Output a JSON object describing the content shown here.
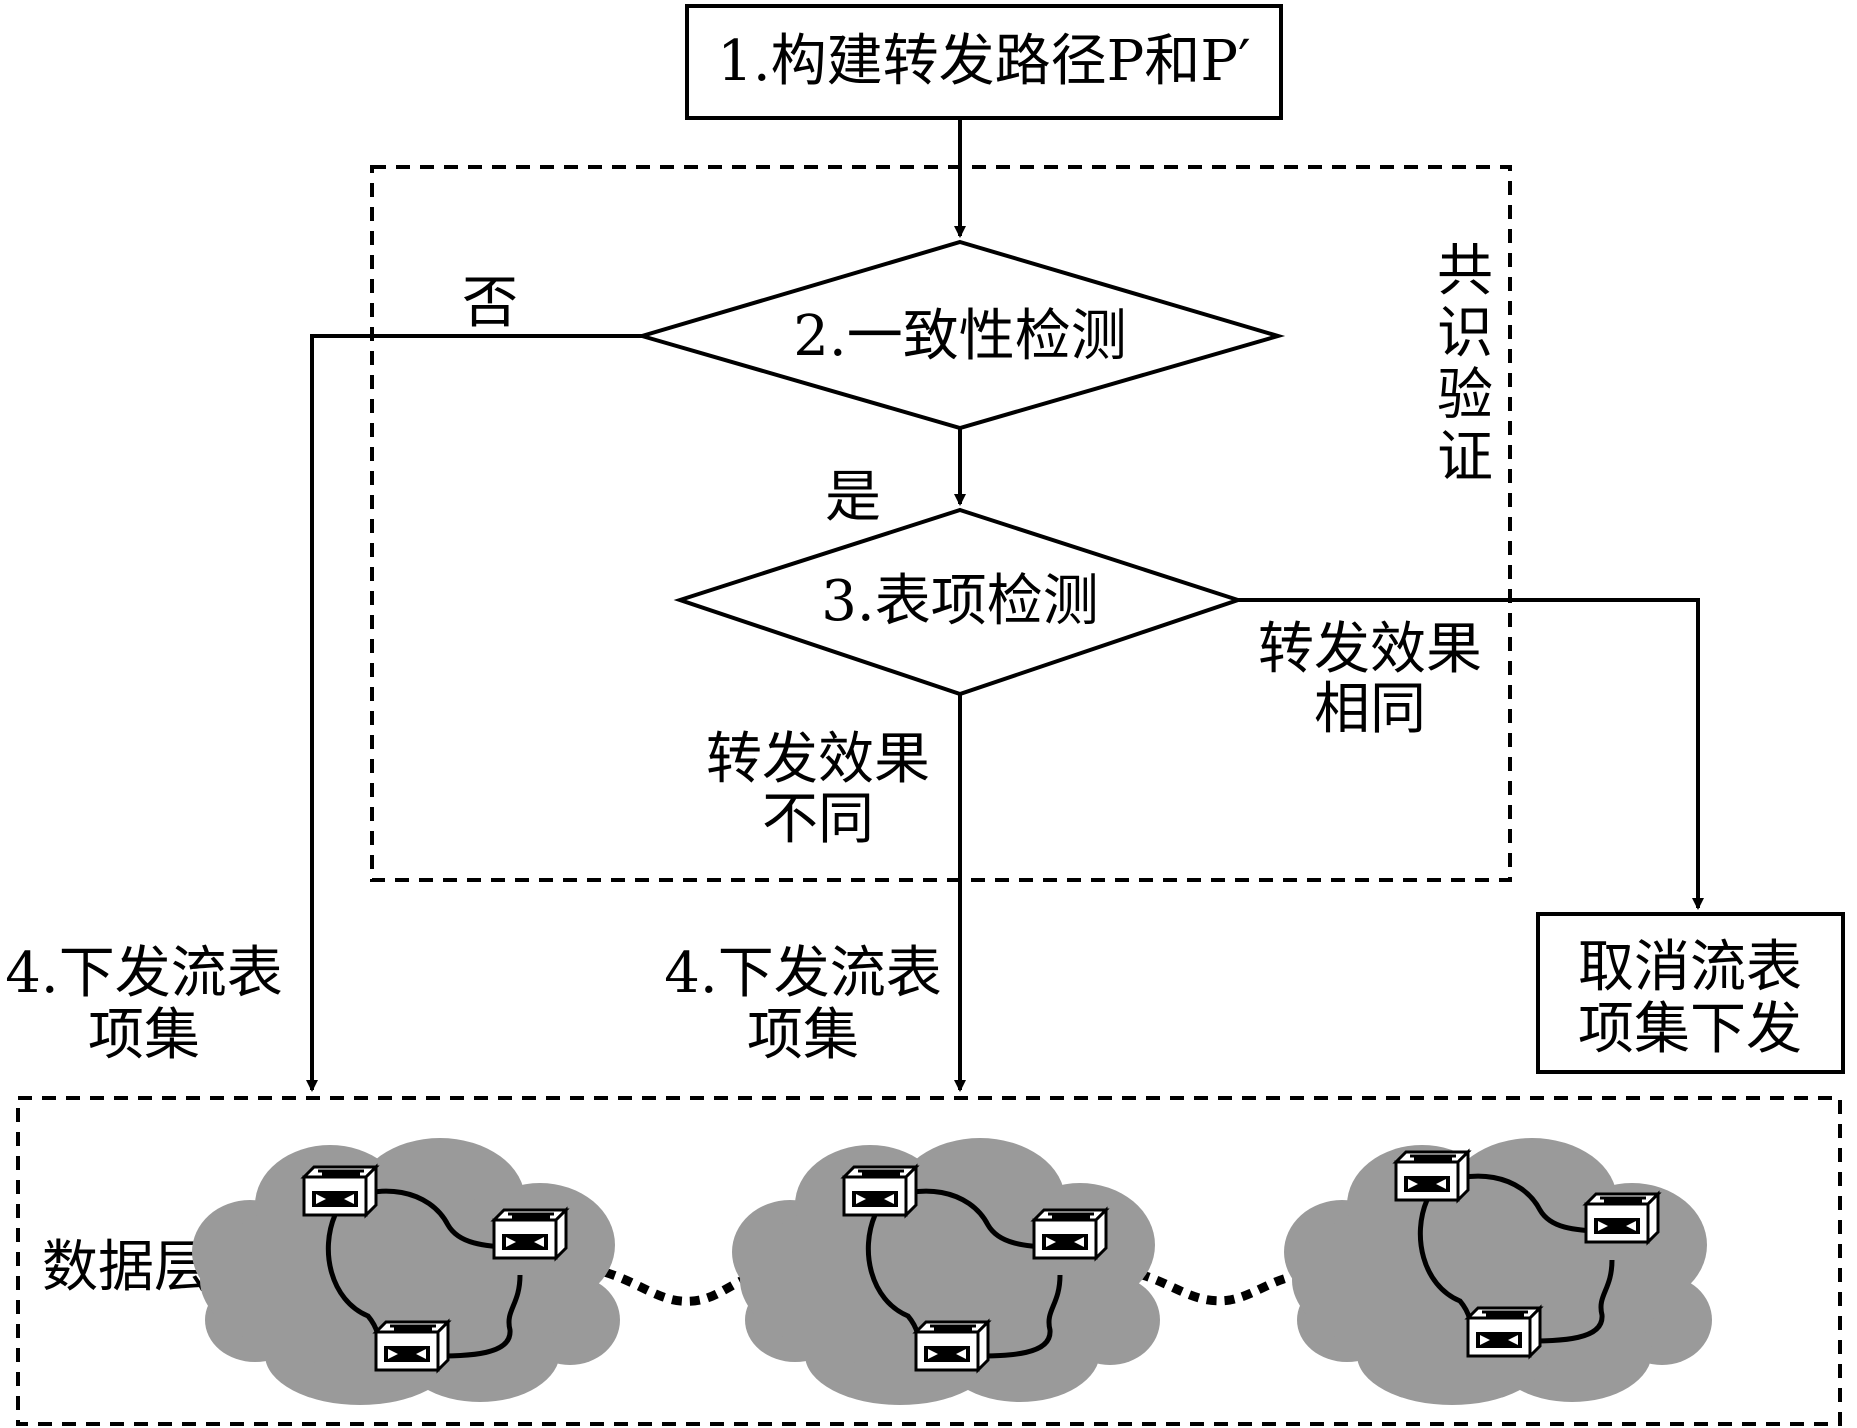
{
  "steps": {
    "step1": "1.构建转发路径P和P′",
    "step2": "2.一致性检测",
    "step3": "3.表项检测",
    "cancel_line1": "取消流表",
    "cancel_line2": "项集下发"
  },
  "labels": {
    "no": "否",
    "yes": "是",
    "same_line1": "转发效果",
    "same_line2": "相同",
    "diff_line1": "转发效果",
    "diff_line2": "不同",
    "consensus": [
      "共",
      "识",
      "验",
      "证"
    ],
    "issue_left_line1": "4.下发流表",
    "issue_left_line2": "项集",
    "issue_mid_line1": "4.下发流表",
    "issue_mid_line2": "项集",
    "data_layer": "数据层"
  },
  "colors": {
    "stroke": "#000000",
    "cloud": "#9a9a9a",
    "background": "#ffffff"
  },
  "icons": [
    "switch-icon"
  ]
}
